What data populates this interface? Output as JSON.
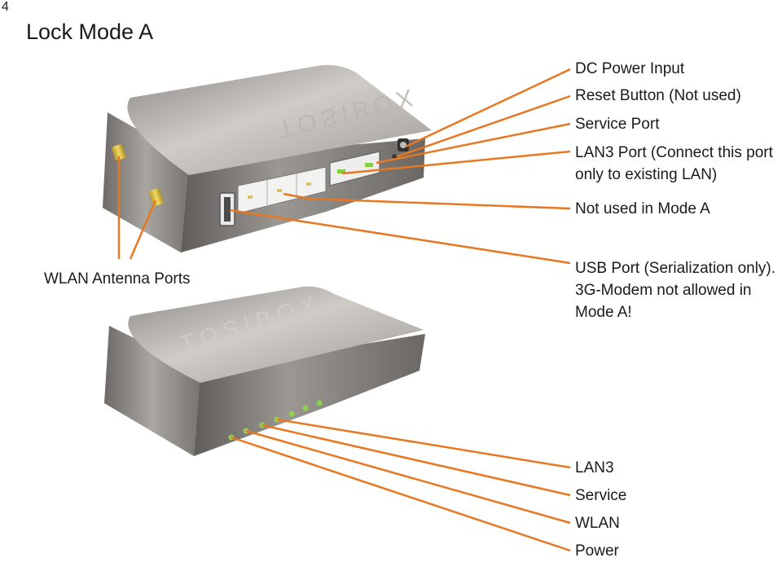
{
  "page": {
    "number": "4",
    "title": "Lock Mode A"
  },
  "device": {
    "brand": "TOSIBOX",
    "accent_color": "#e87722",
    "led_color": "#8fd14f"
  },
  "labels": {
    "dc_power_input": "DC Power Input",
    "reset_button": "Reset Button (Not used)",
    "service_port": "Service Port",
    "lan3_port_line1": "LAN3 Port (Connect this port",
    "lan3_port_line2": "only to existing LAN)",
    "not_used": "Not used in Mode A",
    "wlan_antenna_ports": "WLAN Antenna Ports",
    "usb_port_line1": "USB Port (Serialization only).",
    "usb_port_line2": "3G-Modem not allowed in",
    "usb_port_line3": "Mode A!",
    "led_lan3": "LAN3",
    "led_service": "Service",
    "led_wlan": "WLAN",
    "led_power": "Power"
  }
}
